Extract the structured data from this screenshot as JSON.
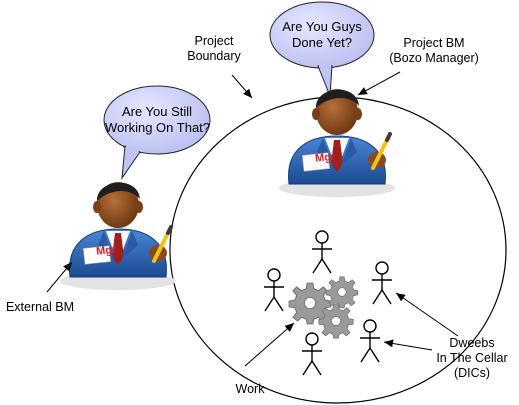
{
  "bubbles": {
    "external": {
      "line1": "Are You Still",
      "line2": "Working On That?"
    },
    "project": {
      "line1": "Are You Guys",
      "line2": "Done Yet?"
    }
  },
  "labels": {
    "project_boundary": {
      "line1": "Project",
      "line2": "Boundary"
    },
    "project_bm": {
      "line1": "Project BM",
      "line2": "(Bozo Manager)"
    },
    "external_bm": "External BM",
    "work": "Work",
    "dweebs": {
      "line1": "Dweebs",
      "line2": "In The Cellar",
      "line3": "(DICs)"
    }
  },
  "badge_text": "Mgr",
  "colors": {
    "bubble_fill": "#c9cdf5",
    "suit_blue": "#2f66b8",
    "skin": "#8a4a1f",
    "hair": "#1f1f1f",
    "badge_red": "#d21f26",
    "tie_red": "#a0201c",
    "gear_gray": "#9a9a9a"
  }
}
